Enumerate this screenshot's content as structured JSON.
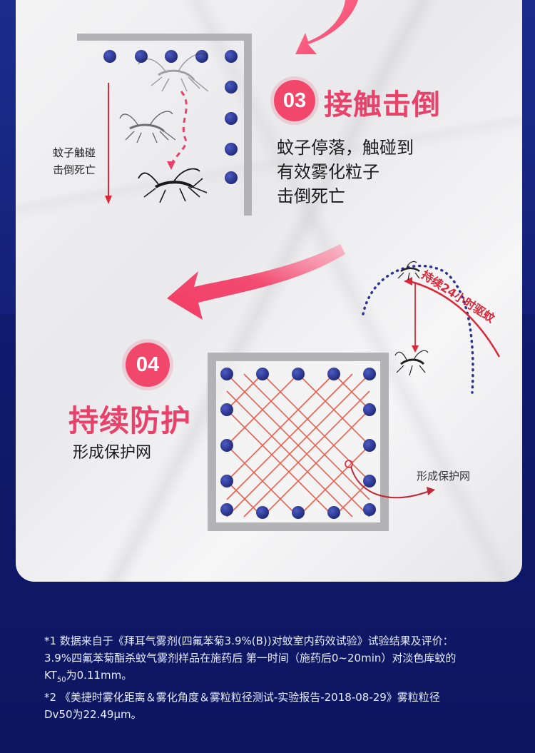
{
  "step3": {
    "badge": "03",
    "title": "接触击倒",
    "desc_lines": [
      "蚊子停落，触碰到",
      "有效雾化粒子",
      "击倒死亡"
    ],
    "side_label_lines": [
      "蚊子触碰",
      "击倒死亡"
    ]
  },
  "step4": {
    "badge": "04",
    "title": "持续防护",
    "desc": "形成保护网",
    "arc_label": "持续24小时驱蚊",
    "pointer_label": "形成保护网"
  },
  "footnotes": {
    "note1_line1": "*1 数据来自于《拜耳气雾剂(四氟苯菊3.9%(B))对蚊室内药效试验》试验结果及评价：",
    "note1_line2": "3.9%四氟苯菊酯杀蚊气雾剂样品在施药后 第一时间（施药后0~20min）对淡色库蚊的",
    "note1_line3_pre": "KT",
    "note1_line3_sub": "50",
    "note1_line3_post": "为0.11mm。",
    "note2_line1": "*2 《美捷时雾化距离＆雾化角度＆雾粒粒径测试-实验报告-2018-08-29》雾粒粒径",
    "note2_line2": "Dv50为22.49μm。"
  },
  "colors": {
    "accent": "#e8416a",
    "dot": "#2a3590",
    "frame": "#b3b3b6",
    "net": "#e8503e",
    "background": "#14207a"
  },
  "icons": [
    "curved-arrow-icon",
    "mosquito-icon",
    "particle-dot-icon",
    "net-icon"
  ]
}
